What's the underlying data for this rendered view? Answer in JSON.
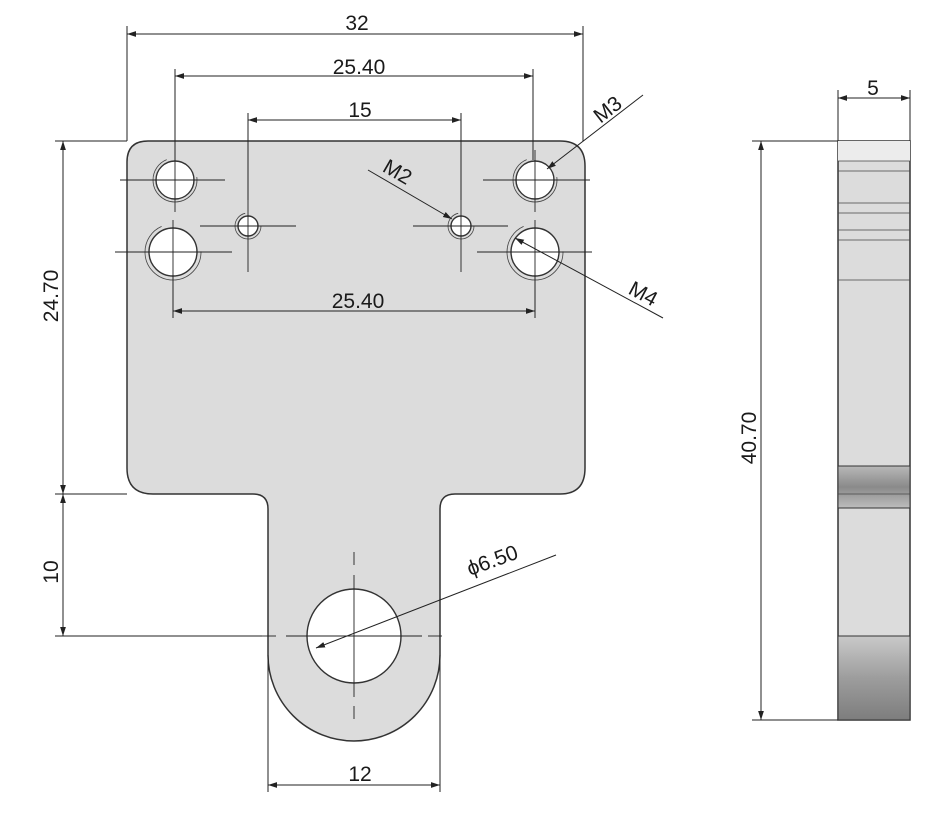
{
  "dimensions": {
    "overall_width": "32",
    "top_hole_spacing": "25.40",
    "inner_hole_spacing": "15",
    "bottom_hole_spacing": "25.40",
    "plate_height": "24.70",
    "tab_length": "10",
    "tab_width": "12",
    "side_thickness": "5",
    "side_height": "40.70"
  },
  "callouts": {
    "m3": "M3",
    "m2": "M2",
    "m4": "M4",
    "bore_symbol": "ϕ",
    "bore_value": "6.50"
  },
  "colors": {
    "part_fill": "#dcdcdc",
    "outline": "#333333"
  }
}
